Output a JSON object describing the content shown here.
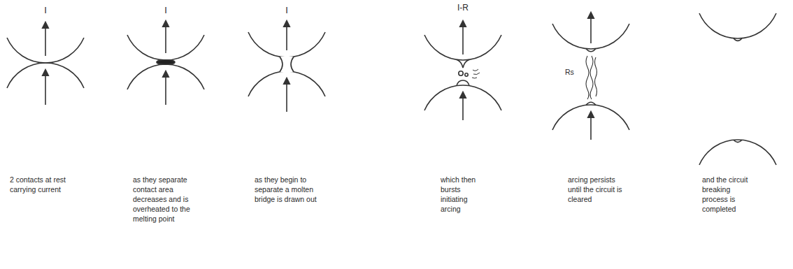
{
  "diagram": {
    "labels": [
      "I",
      "2 contacts at rest carrying current",
      "I",
      "as they separate contact area decreases and is overheated to the melting point",
      "I",
      "as they begin to separate a molten bridge is drawn out",
      "I-R",
      "which then bursts initiating arcing",
      "Rs",
      "arcing persists until the circuit is cleared",
      "and the circuit breaking process is completed"
    ]
  }
}
